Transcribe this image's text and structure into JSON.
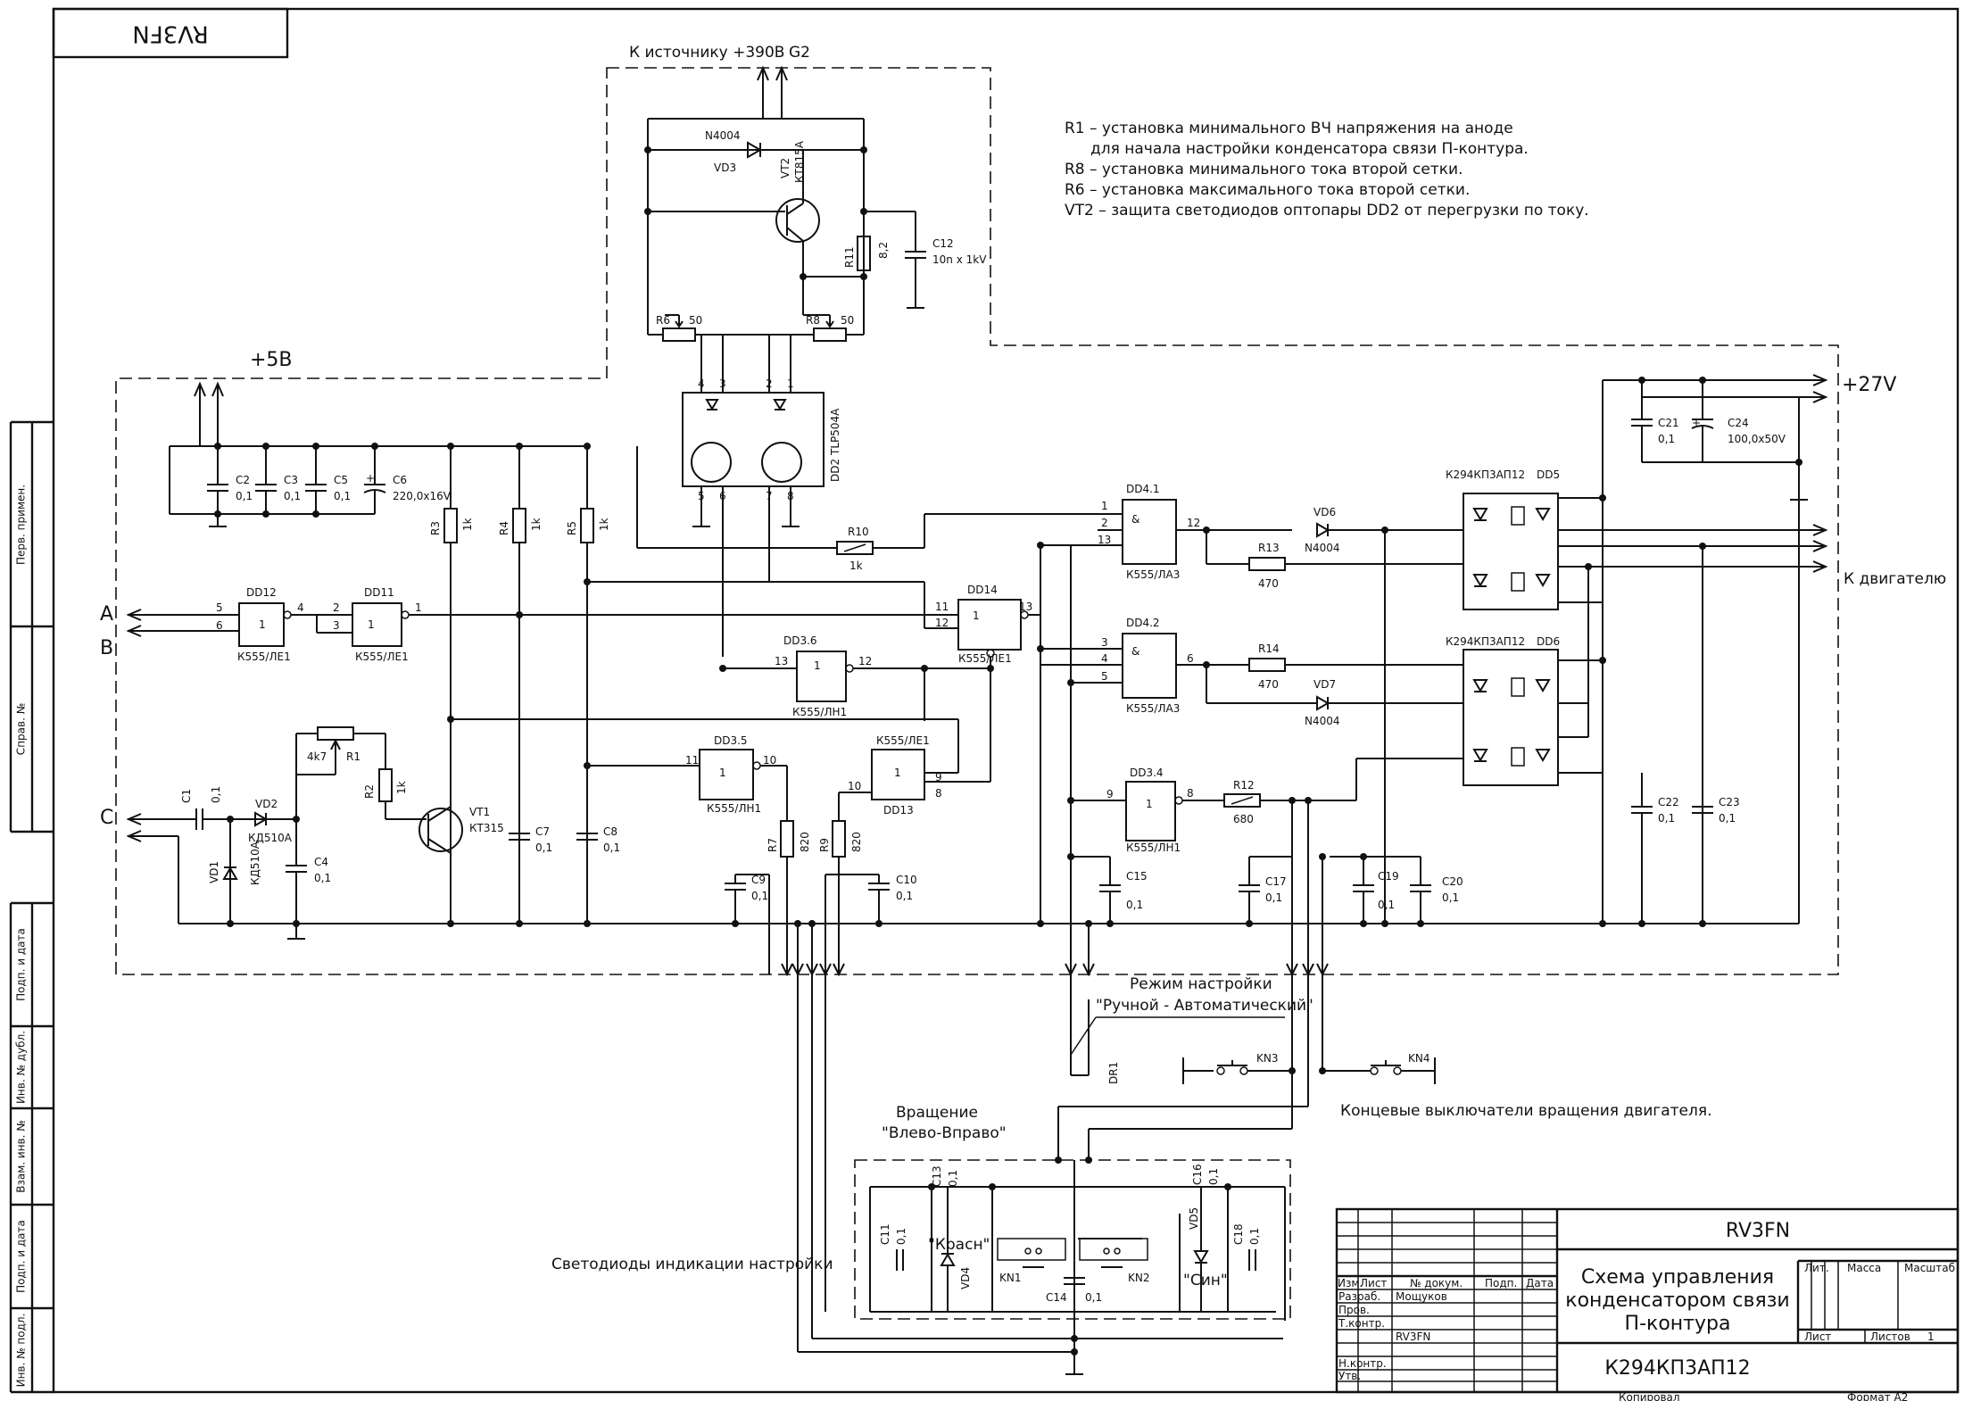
{
  "frame": {
    "stamp_text": "RV3FN",
    "side_labels": [
      "Перв. примен.",
      "Справ. №",
      "Подп. и дата",
      "Инв. № дубл.",
      "Взам. инв. №",
      "Подп. и дата",
      "Инв. № подл."
    ]
  },
  "notes": [
    "R1 – установка минимального ВЧ напряжения на аноде",
    "для начала настройки конденсатора связи П-контура.",
    "R8 – установка минимального тока второй сетки.",
    "R6 – установка максимального тока второй сетки.",
    "VT2 – защита светодиодов оптопары DD2 от перегрузки по току."
  ],
  "labels": {
    "source": "К источнику +390В",
    "g2": "G2",
    "plus5": "+5В",
    "plus27": "+27V",
    "motor": "К двигателю",
    "inA": "A",
    "inB": "B",
    "inC": "C",
    "mode_title": "Режим настройки",
    "mode_sub": "\"Ручной - Автоматический\"",
    "rot_title": "Вращение",
    "rot_sub": "\"Влево-Вправо\"",
    "limit_sw": "Концевые выключатели вращения двигателя.",
    "leds": "Светодиоды индикации настройки",
    "red": "\"Красн\"",
    "blue": "\"Син\""
  },
  "components": {
    "vd3": "VD3",
    "vd3_type": "N4004",
    "vt2": "VT2",
    "vt2_type": "КТ815А",
    "r11": "R11",
    "r11_val": "8,2",
    "c12": "C12",
    "c12_val": "10n x 1kV",
    "r6": "R6",
    "r6_val": "50",
    "r8": "R8",
    "r8_val": "50",
    "dd2": "DD2",
    "dd2_type": "TLP504A",
    "c2": "C2",
    "c3": "C3",
    "c5": "C5",
    "c6": "C6",
    "c6_val": "220,0x16V",
    "r3": "R3",
    "r4": "R4",
    "r5": "R5",
    "rk": "1k",
    "r10": "R10",
    "r10_val": "1k",
    "dd41": "DD4.1",
    "dd42": "DD4.2",
    "k555la3": "К555/ЛА3",
    "dd12": "DD12",
    "dd11": "DD11",
    "dd14": "DD14",
    "dd13": "DD13",
    "k555le1": "К555/ЛЕ1",
    "dd36": "DD3.6",
    "dd35": "DD3.5",
    "dd34": "DD3.4",
    "k555ln1": "К555/ЛН1",
    "vd6": "VD6",
    "vd7": "VD7",
    "n4004": "N4004",
    "r13": "R13",
    "r13_val": "470",
    "r14": "R14",
    "r14_val": "470",
    "r12": "R12",
    "r12_val": "680",
    "dd5": "DD5",
    "dd6": "DD6",
    "k294": "К294КП3АП12",
    "c21": "C21",
    "c24": "C24",
    "c24_val": "100,0x50V",
    "c22": "C22",
    "c23": "C23",
    "r1": "R1",
    "r1_val": "4k7",
    "r2": "R2",
    "vt1": "VT1",
    "vt1_type": "КТ315",
    "c1": "C1",
    "vd1": "VD1",
    "vd2": "VD2",
    "kd510": "КД510А",
    "c4": "C4",
    "c7": "C7",
    "c8": "C8",
    "r7": "R7",
    "r9": "R9",
    "r820": "820",
    "c9": "C9",
    "c10": "C10",
    "c15": "C15",
    "c17": "C17",
    "c19": "C19",
    "c20": "C20",
    "c11": "C11",
    "c13": "C13",
    "c14": "C14",
    "c16": "C16",
    "c18": "C18",
    "vd4": "VD4",
    "vd5": "VD5",
    "kn1": "KN1",
    "kn2": "KN2",
    "kn3": "KN3",
    "kn4": "KN4",
    "dr1": "DR1",
    "v01": "0,1",
    "one": "1",
    "amp": "&"
  },
  "title_block": {
    "code": "RV3FN",
    "title_lines": [
      "Схема управления",
      "конденсатором связи",
      "П-контура"
    ],
    "doc_name": "К294КП3АП12",
    "col_izm": "Изм.",
    "col_list": "Лист",
    "col_ndoc": "№ докум.",
    "col_podp": "Подп.",
    "col_data": "Дата",
    "row_razrab": "Разраб.",
    "razrab_name": "Мощуков",
    "row_prov": "Пров.",
    "row_tkontr": "Т.контр.",
    "tkontr_name": "RV3FN",
    "row_nkontr": "Н.контр.",
    "row_utv": "Утв.",
    "lit": "Лит.",
    "massa": "Масса",
    "masshtab": "Масштаб",
    "list": "Лист",
    "listov": "Листов",
    "listov_val": "1",
    "copied": "Копировал",
    "format": "Формат А2"
  }
}
